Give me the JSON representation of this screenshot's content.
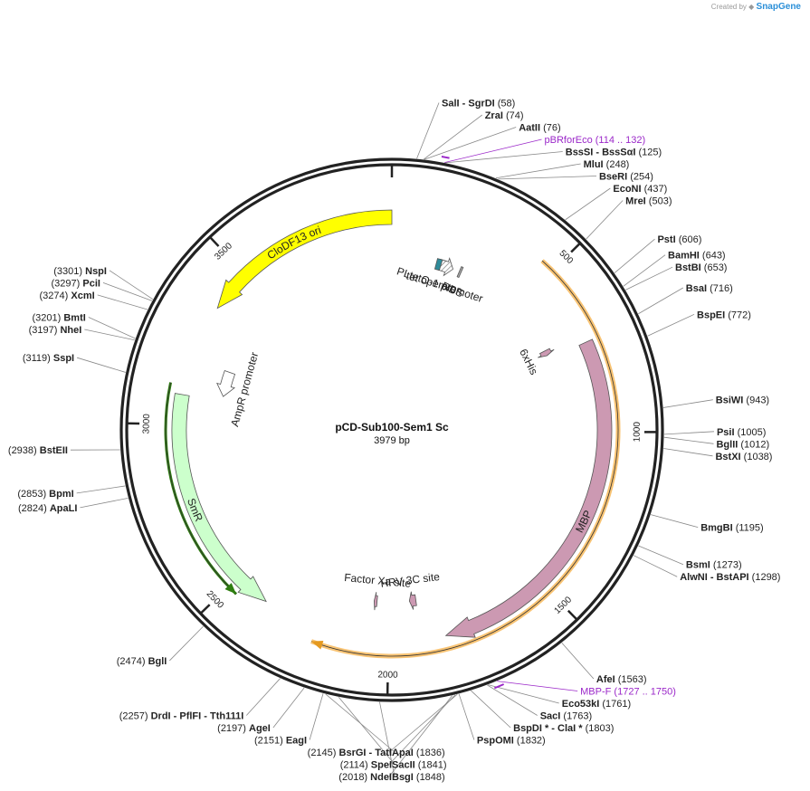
{
  "header": {
    "created_by": "Created by",
    "brand": "SnapGene"
  },
  "plasmid": {
    "name": "pCD-Sub100-Sem1 Sc",
    "size_label": "3979 bp",
    "length": 3979
  },
  "ticks": [
    {
      "pos": 0,
      "label": ""
    },
    {
      "pos": 500,
      "label": "500"
    },
    {
      "pos": 1000,
      "label": "1000"
    },
    {
      "pos": 1500,
      "label": "1500"
    },
    {
      "pos": 2000,
      "label": "2000"
    },
    {
      "pos": 2500,
      "label": "2500"
    },
    {
      "pos": 3000,
      "label": "3000"
    },
    {
      "pos": 3500,
      "label": "3500"
    }
  ],
  "features": [
    {
      "name": "CloDF13 ori",
      "start": 3370,
      "end": 3979,
      "color": "#ffff00",
      "direction": "reverse",
      "label_inside": true
    },
    {
      "name": "AmpR promoter",
      "start": 3108,
      "end": 3200,
      "color": "#ffffff",
      "direction": "reverse",
      "label_inside": false
    },
    {
      "name": "SmR",
      "start": 2390,
      "end": 3090,
      "color": "#ccffcc",
      "direction": "reverse",
      "label_inside": true
    },
    {
      "name": "PLtetO-1 promoter",
      "start": 175,
      "end": 230,
      "color": "#ffffff",
      "direction": "forward",
      "label_inside": false
    },
    {
      "name": "RBS",
      "start": 255,
      "end": 262,
      "color": "#aaaaaa",
      "direction": "none",
      "label_inside": false
    },
    {
      "name": "tet operator",
      "start": 165,
      "end": 183,
      "color": "#2e8b9a",
      "direction": "none",
      "label_inside": false
    },
    {
      "name": "6xHis",
      "start": 693,
      "end": 712,
      "color": "#cc99b2",
      "direction": "forward",
      "label_inside": false
    },
    {
      "name": "MBP",
      "start": 726,
      "end": 1827,
      "color": "#cc99b2",
      "direction": "forward",
      "label_inside": true
    },
    {
      "name": "HRV 3C site",
      "start": 1901,
      "end": 1925,
      "color": "#cc99b2",
      "direction": "forward",
      "label_inside": false
    },
    {
      "name": "Factor Xa site",
      "start": 2044,
      "end": 2055,
      "color": "#cc99b2",
      "direction": "forward",
      "label_inside": false
    }
  ],
  "outer_arcs": [
    {
      "name": "orange-cds",
      "start": 460,
      "end": 2220,
      "color": "#f7b85a",
      "direction": "forward"
    },
    {
      "name": "green-cds",
      "start": 2470,
      "end": 3118,
      "color": "#2e7d10",
      "direction": "reverse"
    }
  ],
  "primers": [
    {
      "name": "pBRforEco",
      "range": "(114 .. 132)",
      "start": 114,
      "end": 132
    },
    {
      "name": "MBP-F",
      "range": "(1727 .. 1750)",
      "start": 1727,
      "end": 1750
    }
  ],
  "sites": [
    {
      "name": "SalI",
      "name2": "SgrDI",
      "pos_label": "(58)",
      "pos": 58
    },
    {
      "name": "ZraI",
      "name2": "",
      "pos_label": "(74)",
      "pos": 74
    },
    {
      "name": "AatII",
      "name2": "",
      "pos_label": "(76)",
      "pos": 76
    },
    {
      "name": "BssSI",
      "name2": "BssSαI",
      "pos_label": "(125)",
      "pos": 125
    },
    {
      "name": "MluI",
      "name2": "",
      "pos_label": "(248)",
      "pos": 248
    },
    {
      "name": "BseRI",
      "name2": "",
      "pos_label": "(254)",
      "pos": 254
    },
    {
      "name": "EcoNI",
      "name2": "",
      "pos_label": "(437)",
      "pos": 437
    },
    {
      "name": "MreI",
      "name2": "",
      "pos_label": "(503)",
      "pos": 503
    },
    {
      "name": "PstI",
      "name2": "",
      "pos_label": "(606)",
      "pos": 606
    },
    {
      "name": "BamHI",
      "name2": "",
      "pos_label": "(643)",
      "pos": 643
    },
    {
      "name": "BstBI",
      "name2": "",
      "pos_label": "(653)",
      "pos": 653
    },
    {
      "name": "BsaI",
      "name2": "",
      "pos_label": "(716)",
      "pos": 716
    },
    {
      "name": "BspEI",
      "name2": "",
      "pos_label": "(772)",
      "pos": 772
    },
    {
      "name": "BsiWI",
      "name2": "",
      "pos_label": "(943)",
      "pos": 943
    },
    {
      "name": "PsiI",
      "name2": "",
      "pos_label": "(1005)",
      "pos": 1005
    },
    {
      "name": "BglII",
      "name2": "",
      "pos_label": "(1012)",
      "pos": 1012
    },
    {
      "name": "BstXI",
      "name2": "",
      "pos_label": "(1038)",
      "pos": 1038
    },
    {
      "name": "BmgBI",
      "name2": "",
      "pos_label": "(1195)",
      "pos": 1195
    },
    {
      "name": "BsmI",
      "name2": "",
      "pos_label": "(1273)",
      "pos": 1273
    },
    {
      "name": "AlwNI",
      "name2": "BstAPI",
      "pos_label": "(1298)",
      "pos": 1298
    },
    {
      "name": "AfeI",
      "name2": "",
      "pos_label": "(1563)",
      "pos": 1563
    },
    {
      "name": "Eco53kI",
      "name2": "",
      "pos_label": "(1761)",
      "pos": 1761
    },
    {
      "name": "SacI",
      "name2": "",
      "pos_label": "(1763)",
      "pos": 1763
    },
    {
      "name": "BspDI *",
      "name2": "ClaI *",
      "pos_label": "(1803)",
      "pos": 1803
    },
    {
      "name": "PspOMI",
      "name2": "",
      "pos_label": "(1832)",
      "pos": 1832
    },
    {
      "name": "ApaI",
      "name2": "",
      "pos_label": "(1836)",
      "pos": 1836
    },
    {
      "name": "SacII",
      "name2": "",
      "pos_label": "(1841)",
      "pos": 1841
    },
    {
      "name": "BsgI",
      "name2": "",
      "pos_label": "(1848)",
      "pos": 1848
    },
    {
      "name": "NdeI",
      "name2": "",
      "pos_label": "(2018)",
      "pos": 2018
    },
    {
      "name": "SpeI",
      "name2": "",
      "pos_label": "(2114)",
      "pos": 2114
    },
    {
      "name": "BsrGI",
      "name2": "TatI",
      "pos_label": "(2145)",
      "pos": 2145
    },
    {
      "name": "EagI",
      "name2": "",
      "pos_label": "(2151)",
      "pos": 2151
    },
    {
      "name": "AgeI",
      "name2": "",
      "pos_label": "(2197)",
      "pos": 2197
    },
    {
      "name": "DrdI",
      "name2": "PflFI - Tth111I",
      "pos_label": "(2257)",
      "pos": 2257
    },
    {
      "name": "BglI",
      "name2": "",
      "pos_label": "(2474)",
      "pos": 2474
    },
    {
      "name": "ApaLI",
      "name2": "",
      "pos_label": "(2824)",
      "pos": 2824
    },
    {
      "name": "BpmI",
      "name2": "",
      "pos_label": "(2853)",
      "pos": 2853
    },
    {
      "name": "BstEII",
      "name2": "",
      "pos_label": "(2938)",
      "pos": 2938
    },
    {
      "name": "SspI",
      "name2": "",
      "pos_label": "(3119)",
      "pos": 3119
    },
    {
      "name": "NheI",
      "name2": "",
      "pos_label": "(3197)",
      "pos": 3197
    },
    {
      "name": "BmtI",
      "name2": "",
      "pos_label": "(3201)",
      "pos": 3201
    },
    {
      "name": "XcmI",
      "name2": "",
      "pos_label": "(3274)",
      "pos": 3274
    },
    {
      "name": "PciI",
      "name2": "",
      "pos_label": "(3297)",
      "pos": 3297
    },
    {
      "name": "NspI",
      "name2": "",
      "pos_label": "(3301)",
      "pos": 3301
    }
  ]
}
